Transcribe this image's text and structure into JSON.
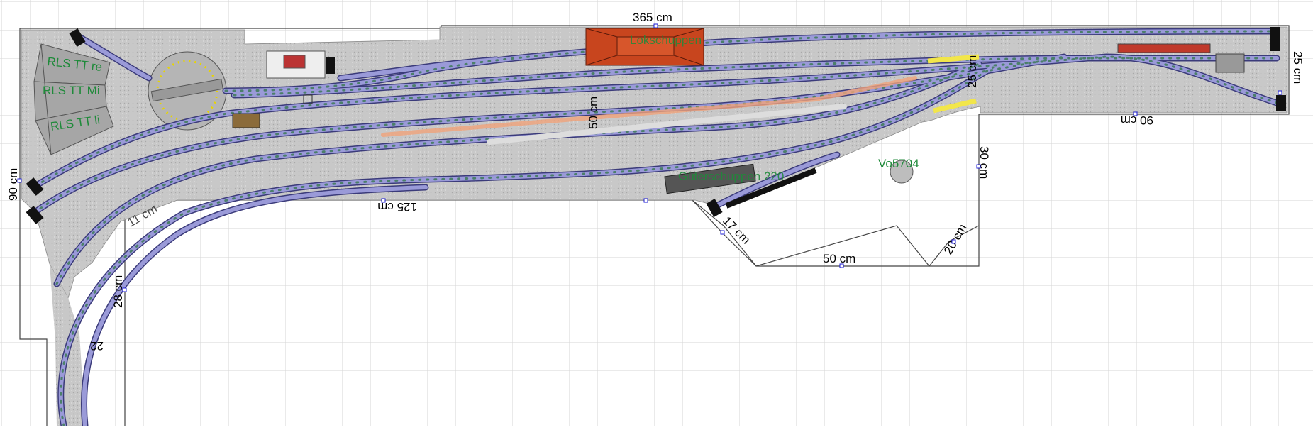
{
  "colors": {
    "grid": "#d6d6d6",
    "ground": "#c8c8c8",
    "track": "#9a9ad8",
    "track_edge": "#3b3b7a",
    "sleeper": "#4b7f6a",
    "label_green": "#1f8a3a",
    "building_red": "#c8451e",
    "yellow": "#f2e64a"
  },
  "dimensions": {
    "top_width": "365 cm",
    "right_height": "25 cm",
    "right_bottom": "90 cm",
    "left_height": "90 cm",
    "bottom_mid": "125 cm",
    "left_low": "28 cm",
    "left_bottom": "22",
    "center_height": "50 cm",
    "right_inner": "25 cm",
    "vert_30": "30 cm",
    "diag_17": "17 cm",
    "bottom_50": "50 cm",
    "diag_20": "20 cm",
    "left_11": "11 cm"
  },
  "labels": {
    "shed_re": "RLS TT re",
    "shed_mi": "RLS TT Mi",
    "shed_li": "RLS TT li",
    "station": "Lokschuppen",
    "gs_label": "Güterschuppen 220",
    "water_tower": "Vo5704"
  }
}
